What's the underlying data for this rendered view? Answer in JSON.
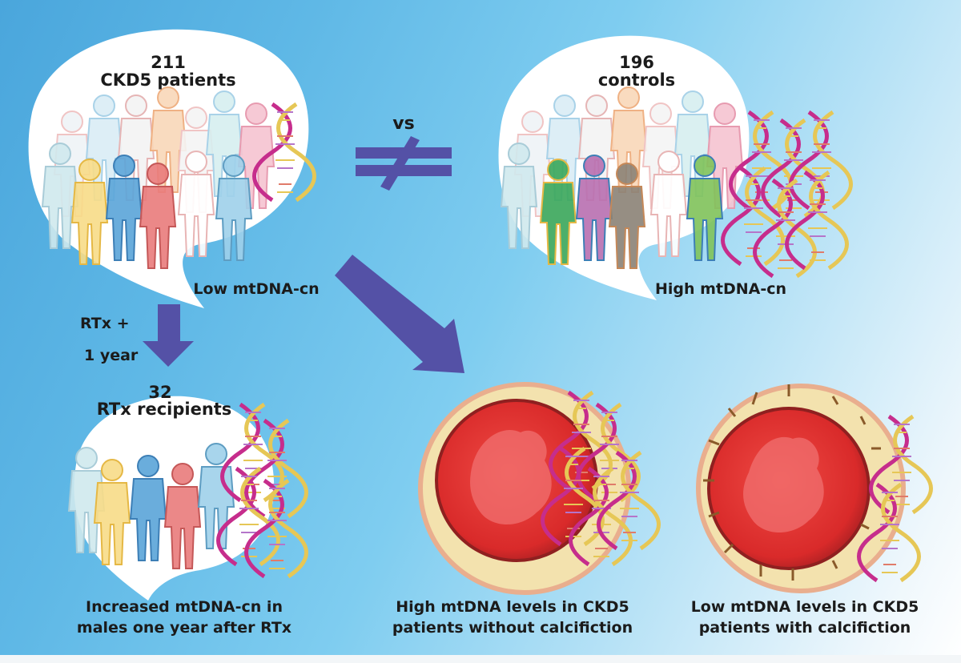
{
  "colors": {
    "arrow": "#5451a6",
    "background_start": "#4aa6dc",
    "background_end": "#ffffff",
    "cell_nucleus": "#d92a2a",
    "cell_ring": "#f3e2ae",
    "dna_strand_a": "#c62d8c",
    "dna_strand_b": "#e6c756"
  },
  "groups": {
    "patients": {
      "count": "211",
      "label": "CKD5 patients",
      "caption": "Low mtDNA-cn"
    },
    "controls": {
      "count": "196",
      "label": "controls",
      "caption": "High mtDNA-cn"
    },
    "recipients": {
      "count": "32",
      "label": "RTx recipients",
      "caption_line1": "Increased mtDNA-cn in",
      "caption_line2": "males one year after RTx"
    }
  },
  "comparison": {
    "label": "vs",
    "symbol": "not-equal"
  },
  "transition": {
    "line1": "RTx +",
    "line2": "1 year"
  },
  "cells": {
    "without_calcification": {
      "line1": "High mtDNA levels in CKD5",
      "line2": "patients without calcifiction"
    },
    "with_calcification": {
      "line1": "Low mtDNA levels in CKD5",
      "line2": "patients with calcifiction"
    }
  }
}
